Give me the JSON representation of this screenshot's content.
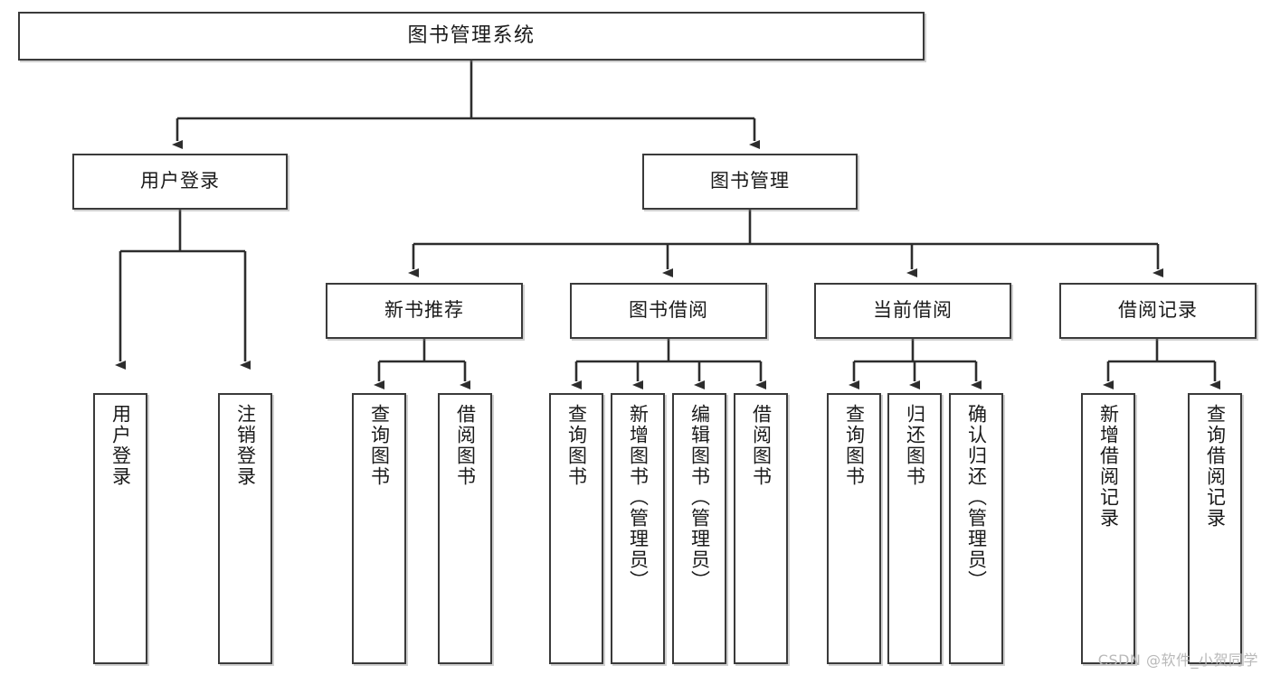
{
  "diagram": {
    "title": "图书管理系统",
    "type": "tree-hierarchy",
    "orientation": "top-down",
    "colors": {
      "box_border": "#3a3a3a",
      "box_fill": "#ffffff",
      "edge": "#2d2d2d",
      "background": "#ffffff",
      "watermark": "#b9b9b9"
    }
  },
  "root": {
    "label": "图书管理系统"
  },
  "level2": [
    {
      "label": "用户登录"
    },
    {
      "label": "图书管理"
    }
  ],
  "level3": [
    {
      "label": "新书推荐"
    },
    {
      "label": "图书借阅"
    },
    {
      "label": "当前借阅"
    },
    {
      "label": "借阅记录"
    }
  ],
  "leaves": {
    "user_login": [
      {
        "label": "用户登录"
      },
      {
        "label": "注销登录"
      }
    ],
    "new_book_recommend": [
      {
        "label": "查询图书"
      },
      {
        "label": "借阅图书"
      }
    ],
    "book_borrow": [
      {
        "label": "查询图书"
      },
      {
        "label": "新增图书（管理员）"
      },
      {
        "label": "编辑图书（管理员）"
      },
      {
        "label": "借阅图书"
      }
    ],
    "current_borrow": [
      {
        "label": "查询图书"
      },
      {
        "label": "归还图书"
      },
      {
        "label": "确认归还（管理员）"
      }
    ],
    "borrow_record": [
      {
        "label": "新增借阅记录"
      },
      {
        "label": "查询借阅记录"
      }
    ]
  },
  "watermark": {
    "text": "CSDN @软件_小贺同学"
  }
}
